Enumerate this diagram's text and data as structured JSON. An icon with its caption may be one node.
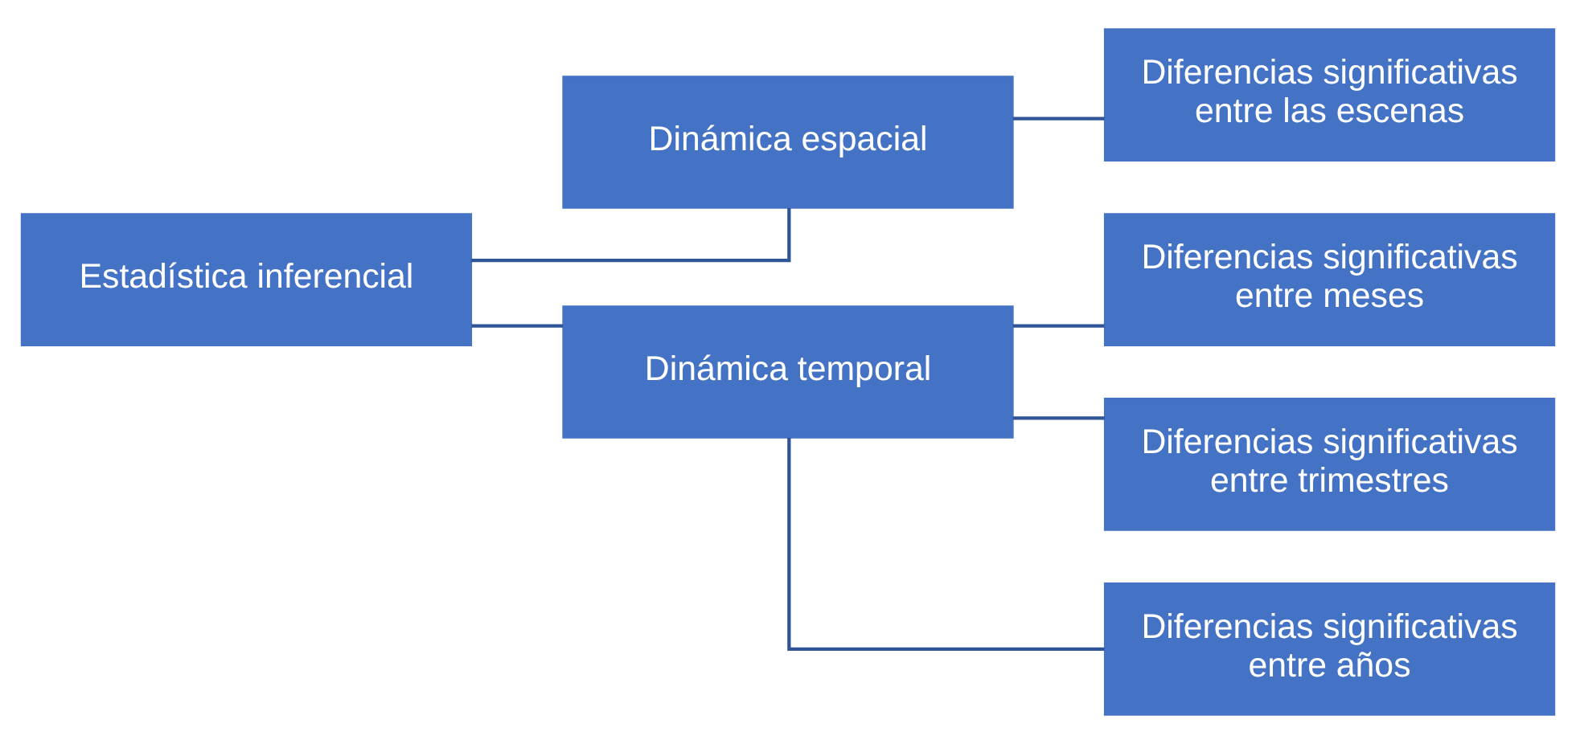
{
  "diagram": {
    "nodes": [
      {
        "text": [
          "Estadística inferencial"
        ]
      },
      {
        "text": [
          "Dinámica espacial"
        ]
      },
      {
        "text": [
          "Dinámica temporal"
        ]
      },
      {
        "text": [
          "Diferencias significativas entre las escenas"
        ]
      },
      {
        "text": [
          "Diferencias significativas entre meses"
        ]
      },
      {
        "text": [
          "Diferencias significativas entre trimestres"
        ]
      },
      {
        "text": [
          "Diferencias significativas entre años"
        ]
      }
    ],
    "edges": [
      {
        "from": 0,
        "to": 1,
        "arrow": "none"
      },
      {
        "from": 0,
        "to": 2,
        "arrow": "none"
      },
      {
        "from": 1,
        "to": 3,
        "arrow": "none"
      },
      {
        "from": 2,
        "to": 4,
        "arrow": "none"
      },
      {
        "from": 2,
        "to": 5,
        "arrow": "none"
      },
      {
        "from": 2,
        "to": 6,
        "arrow": "none"
      }
    ]
  }
}
